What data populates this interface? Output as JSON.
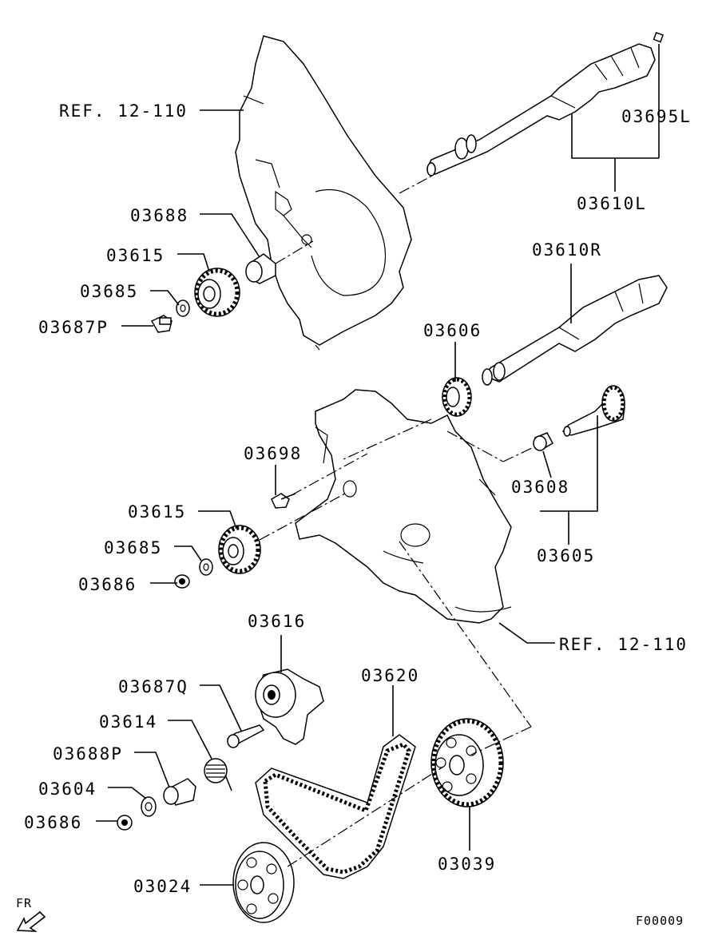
{
  "diagram": {
    "figure_code": "F00009",
    "direction_label": "FR",
    "labels": {
      "ref_top": "REF. 12-110",
      "ref_bottom": "REF. 12-110",
      "p03695L": "03695L",
      "p03610L": "03610L",
      "p03610R": "03610R",
      "p03688": "03688",
      "p03615_top": "03615",
      "p03685_top": "03685",
      "p03687P": "03687P",
      "p03606": "03606",
      "p03698": "03698",
      "p03608": "03608",
      "p03605": "03605",
      "p03615_mid": "03615",
      "p03685_mid": "03685",
      "p03686_mid": "03686",
      "p03616": "03616",
      "p03620": "03620",
      "p03687Q": "03687Q",
      "p03614": "03614",
      "p03688P": "03688P",
      "p03604": "03604",
      "p03686_bottom": "03686",
      "p03039": "03039",
      "p03024": "03024"
    }
  }
}
